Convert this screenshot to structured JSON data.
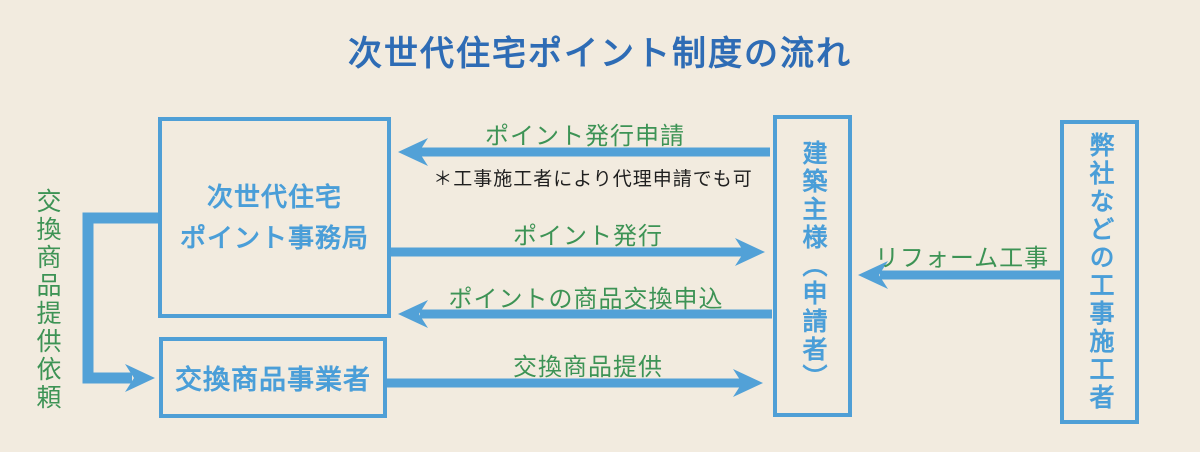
{
  "title": "次世代住宅ポイント制度の流れ",
  "colors": {
    "background": "#f2ebdf",
    "title_blue": "#2e6cb5",
    "box_blue": "#4f9fd6",
    "arrow_blue": "#52a1d7",
    "label_green": "#3d9355",
    "note_black": "#1f1f1f"
  },
  "boxes": {
    "office": {
      "label": "次世代住宅\nポイント事務局"
    },
    "exchange_vendor": {
      "label": "交換商品事業者"
    },
    "owner": {
      "label": "建築主様（申請者）"
    },
    "contractor": {
      "label": "弊社などの工事施工者"
    }
  },
  "flows": {
    "issue_request": {
      "label": "ポイント発行申請",
      "note": "＊工事施工者により代理申請でも可",
      "from": "owner",
      "to": "office",
      "direction": "left"
    },
    "issue": {
      "label": "ポイント発行",
      "from": "office",
      "to": "owner",
      "direction": "right"
    },
    "exchange_apply": {
      "label": "ポイントの商品交換申込",
      "from": "owner",
      "to": "office",
      "direction": "left"
    },
    "goods_provide": {
      "label": "交換商品提供",
      "from": "exchange_vendor",
      "to": "owner",
      "direction": "right"
    },
    "reform": {
      "label": "リフォーム工事",
      "from": "contractor",
      "to": "owner",
      "direction": "left"
    },
    "provide_request": {
      "label": "交換商品提供依頼",
      "from": "office",
      "to": "exchange_vendor",
      "direction": "elbow-down-right"
    }
  }
}
